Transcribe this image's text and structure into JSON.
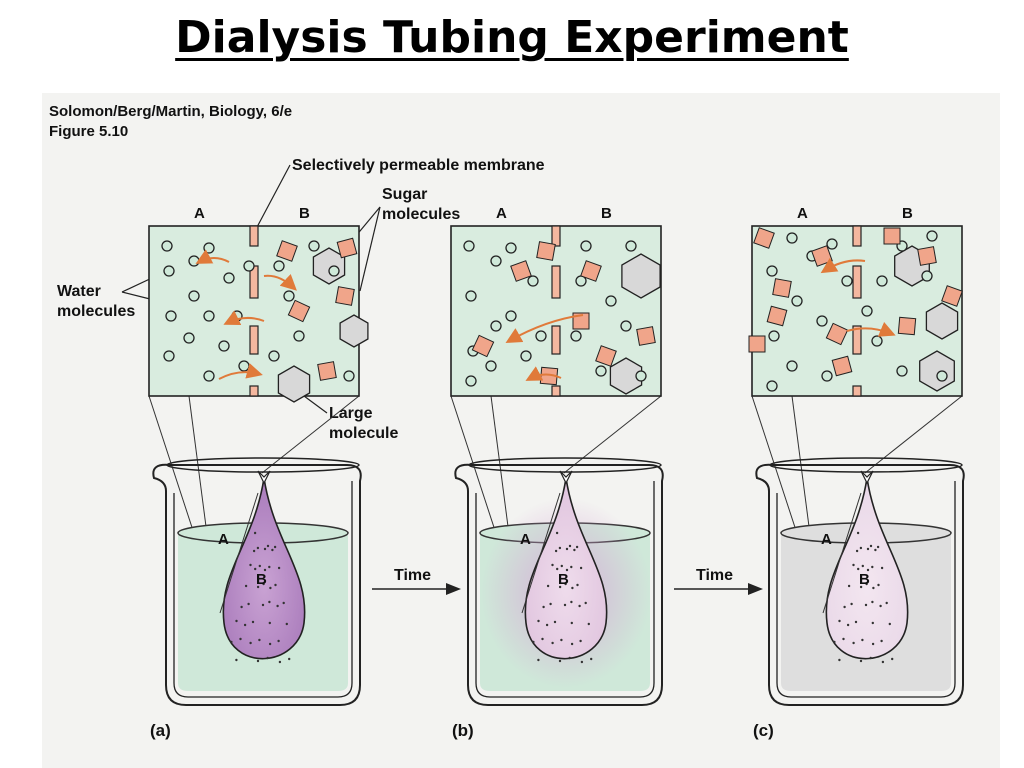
{
  "slide": {
    "title": "Dialysis Tubing Experiment"
  },
  "figure": {
    "citation_line1": "Solomon/Berg/Martin, Biology, 6/e",
    "citation_line2": "Figure 5.10",
    "labels": {
      "membrane": "Selectively permeable membrane",
      "sugar_line1": "Sugar",
      "sugar_line2": "molecules",
      "water_line1": "Water",
      "water_line2": "molecules",
      "large_line1": "Large",
      "large_line2": "molecule",
      "side_a": "A",
      "side_b": "B",
      "time": "Time"
    },
    "panels": [
      {
        "caption": "(a)"
      },
      {
        "caption": "(b)"
      },
      {
        "caption": "(c)"
      }
    ],
    "colors": {
      "background": "#f3f3f1",
      "box_fill": "#d9ecdf",
      "water": "#cfe9d9",
      "sugar": "#f0a58a",
      "large_molecule": "#d8d8d8",
      "arrow": "#e07a3a"
    }
  }
}
